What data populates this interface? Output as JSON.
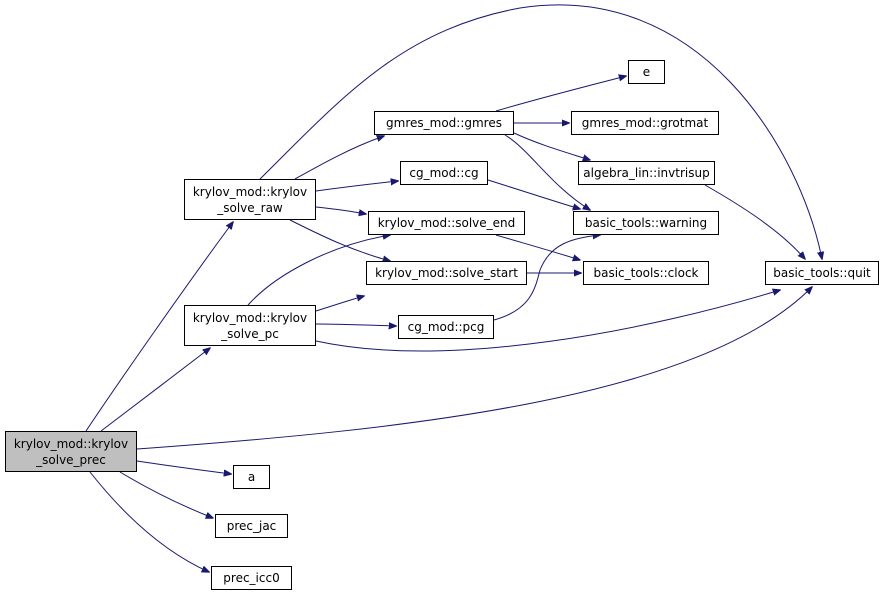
{
  "graph": {
    "nodes": [
      {
        "id": "root",
        "lines": [
          "krylov_mod::krylov",
          "_solve_prec"
        ],
        "root": true
      },
      {
        "id": "raw",
        "lines": [
          "krylov_mod::krylov",
          "_solve_raw"
        ]
      },
      {
        "id": "pc",
        "lines": [
          "krylov_mod::krylov",
          "_solve_pc"
        ]
      },
      {
        "id": "gmres",
        "lines": [
          "gmres_mod::gmres"
        ]
      },
      {
        "id": "cg",
        "lines": [
          "cg_mod::cg"
        ]
      },
      {
        "id": "send",
        "lines": [
          "krylov_mod::solve_end"
        ]
      },
      {
        "id": "sstart",
        "lines": [
          "krylov_mod::solve_start"
        ]
      },
      {
        "id": "pcg",
        "lines": [
          "cg_mod::pcg"
        ]
      },
      {
        "id": "e",
        "lines": [
          "e"
        ]
      },
      {
        "id": "grotmat",
        "lines": [
          "gmres_mod::grotmat"
        ]
      },
      {
        "id": "invtrisup",
        "lines": [
          "algebra_lin::invtrisup"
        ]
      },
      {
        "id": "warning",
        "lines": [
          "basic_tools::warning"
        ]
      },
      {
        "id": "clock",
        "lines": [
          "basic_tools::clock"
        ]
      },
      {
        "id": "quit",
        "lines": [
          "basic_tools::quit"
        ]
      },
      {
        "id": "a",
        "lines": [
          "a"
        ]
      },
      {
        "id": "precjac",
        "lines": [
          "prec_jac"
        ]
      },
      {
        "id": "precicc0",
        "lines": [
          "prec_icc0"
        ]
      }
    ],
    "edges": [
      {
        "from": "root",
        "to": "raw"
      },
      {
        "from": "root",
        "to": "pc"
      },
      {
        "from": "root",
        "to": "quit"
      },
      {
        "from": "root",
        "to": "a"
      },
      {
        "from": "root",
        "to": "precjac"
      },
      {
        "from": "root",
        "to": "precicc0"
      },
      {
        "from": "raw",
        "to": "quit"
      },
      {
        "from": "raw",
        "to": "gmres"
      },
      {
        "from": "raw",
        "to": "cg"
      },
      {
        "from": "raw",
        "to": "send"
      },
      {
        "from": "raw",
        "to": "sstart"
      },
      {
        "from": "pc",
        "to": "send"
      },
      {
        "from": "pc",
        "to": "sstart"
      },
      {
        "from": "pc",
        "to": "pcg"
      },
      {
        "from": "pc",
        "to": "quit"
      },
      {
        "from": "gmres",
        "to": "e"
      },
      {
        "from": "gmres",
        "to": "grotmat"
      },
      {
        "from": "gmres",
        "to": "invtrisup"
      },
      {
        "from": "gmres",
        "to": "warning"
      },
      {
        "from": "cg",
        "to": "warning"
      },
      {
        "from": "send",
        "to": "clock"
      },
      {
        "from": "sstart",
        "to": "clock"
      },
      {
        "from": "pcg",
        "to": "warning"
      },
      {
        "from": "invtrisup",
        "to": "quit"
      }
    ],
    "colors": {
      "edge": "#191970",
      "border": "#000000",
      "root_fill": "#bfbfbf",
      "fill": "#ffffff"
    }
  }
}
